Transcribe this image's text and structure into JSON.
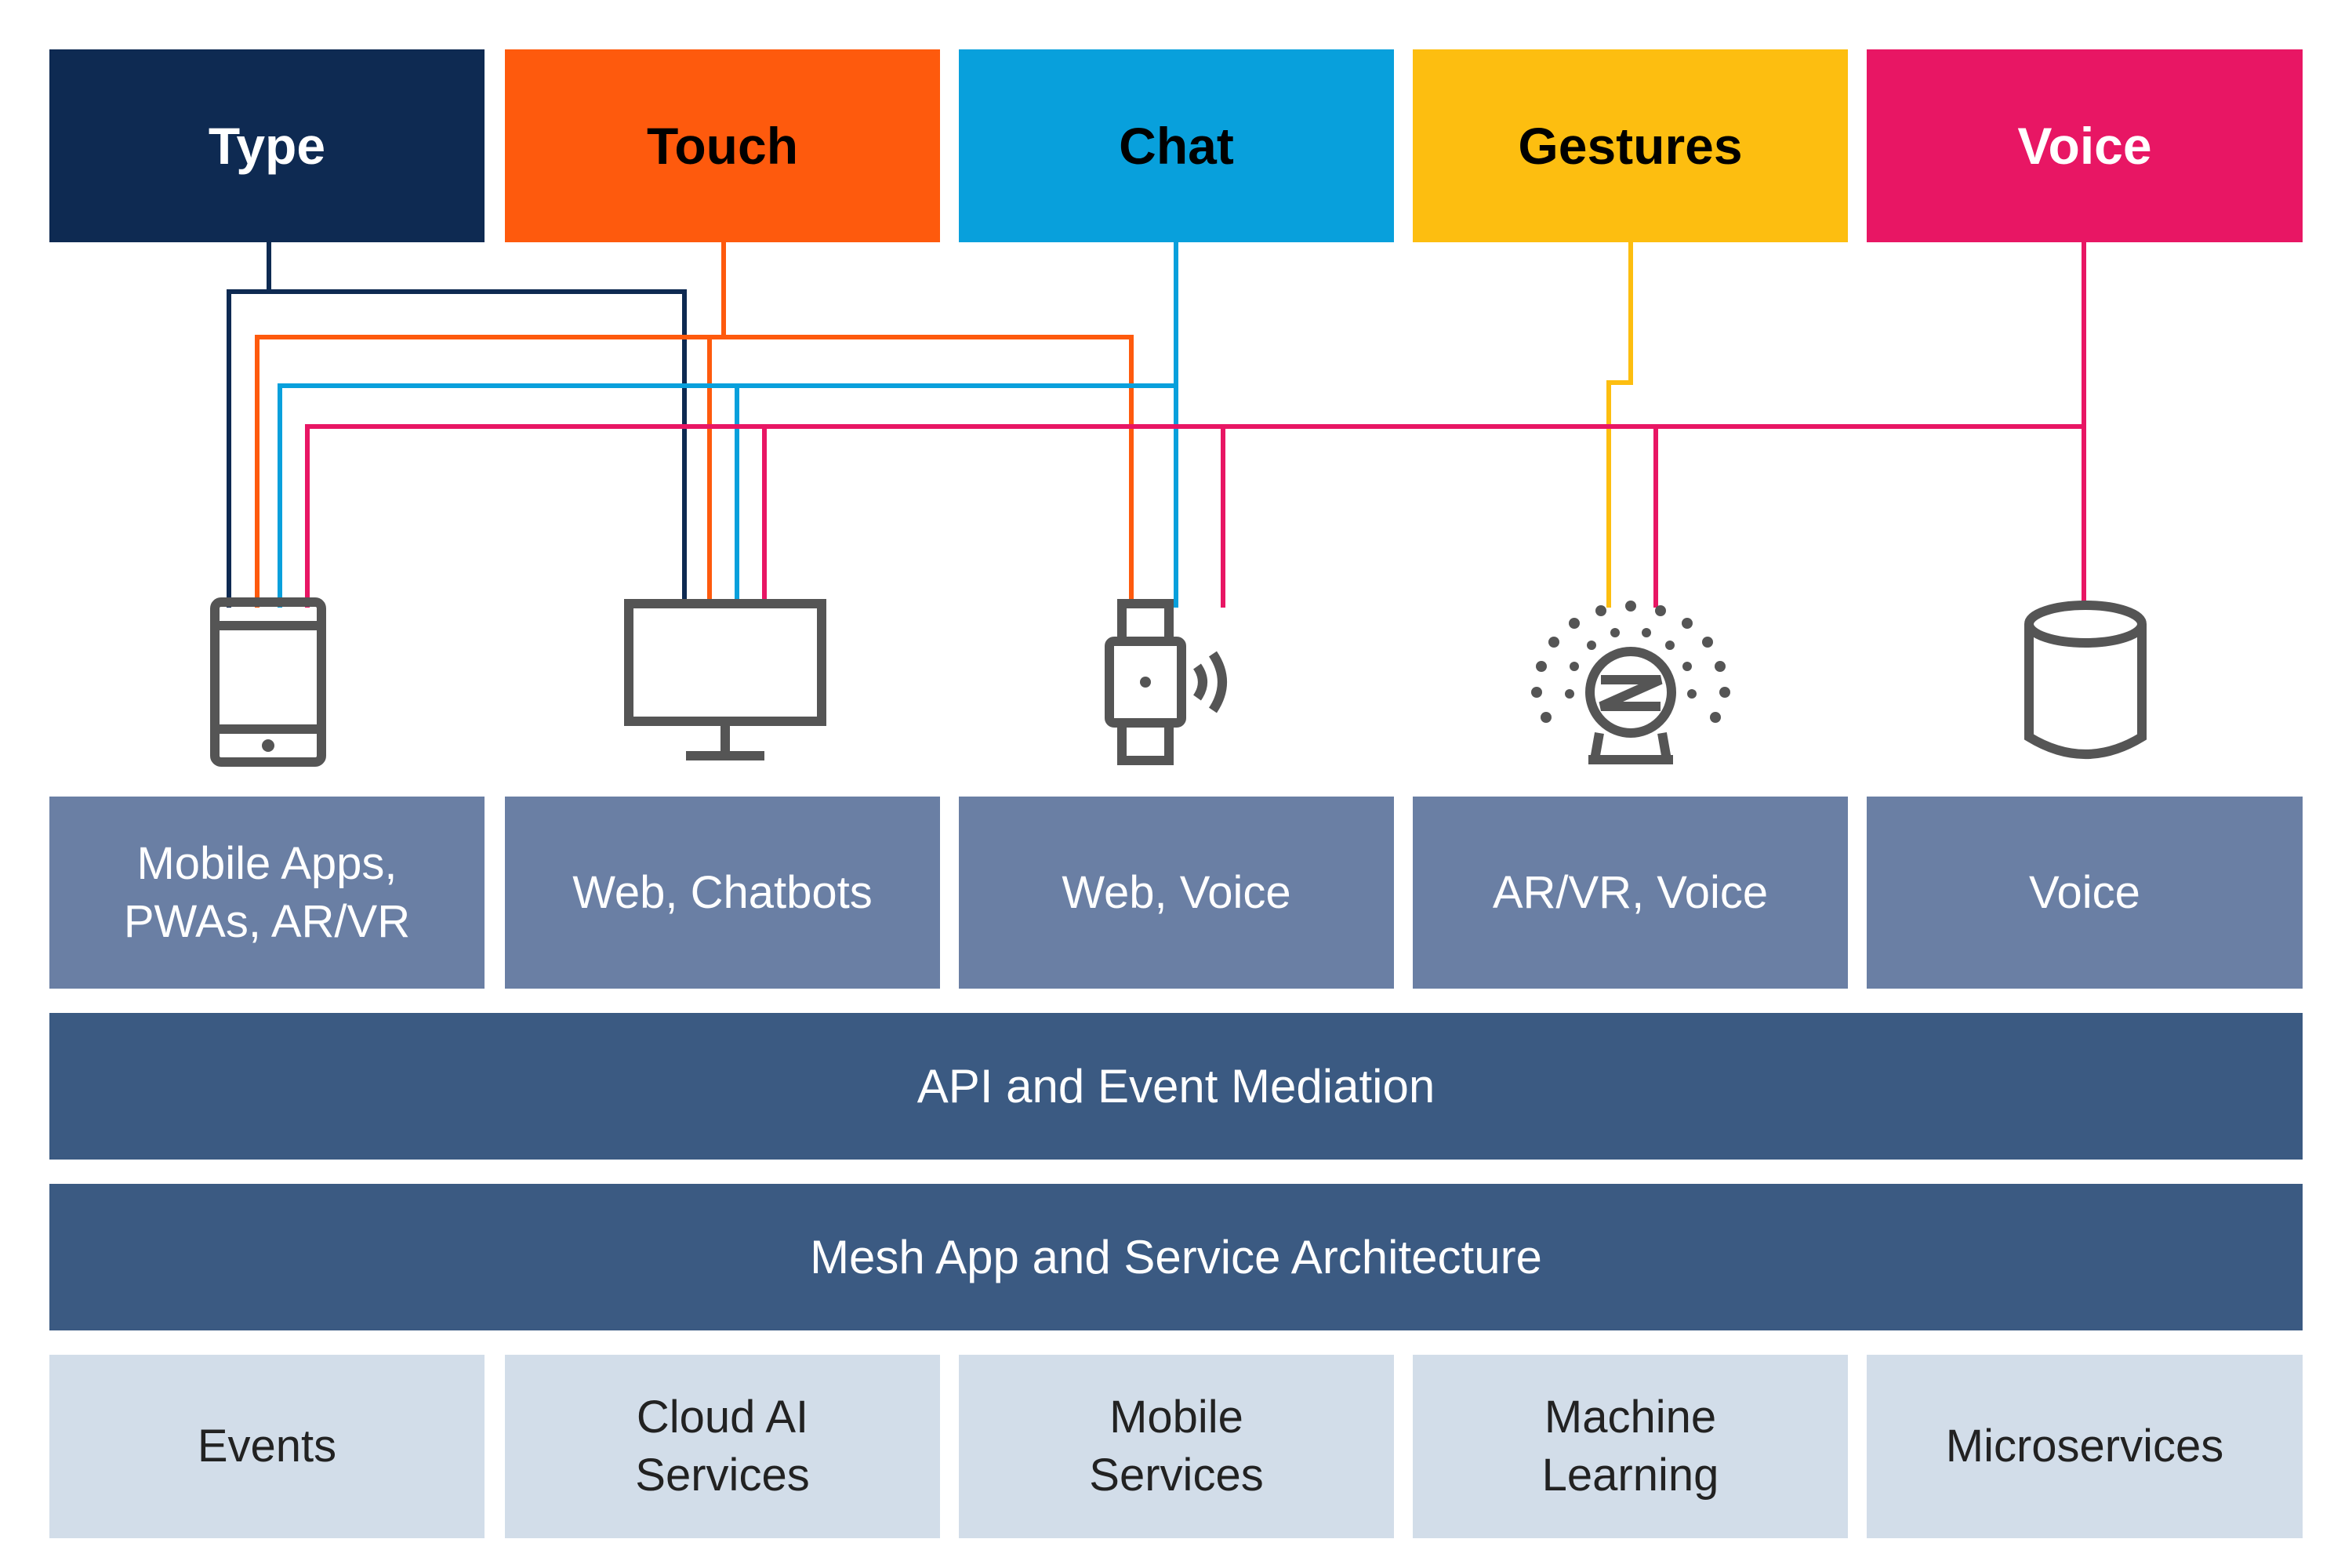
{
  "modes": [
    {
      "label": "Type",
      "color": "#0e2a52",
      "text_color": "#ffffff"
    },
    {
      "label": "Touch",
      "color": "#fe5a0d",
      "text_color": "#000000"
    },
    {
      "label": "Chat",
      "color": "#08a0dc",
      "text_color": "#000000"
    },
    {
      "label": "Gestures",
      "color": "#fdbe10",
      "text_color": "#000000"
    },
    {
      "label": "Voice",
      "color": "#e81664",
      "text_color": "#ffffff"
    }
  ],
  "devices": [
    {
      "icon": "smartphone-icon"
    },
    {
      "icon": "desktop-monitor-icon"
    },
    {
      "icon": "smartwatch-icon"
    },
    {
      "icon": "vr-headset-icon"
    },
    {
      "icon": "smart-speaker-icon"
    }
  ],
  "channels": [
    "Mobile Apps,\nPWAs, AR/VR",
    "Web, Chatbots",
    "Web, Voice",
    "AR/VR, Voice",
    "Voice"
  ],
  "mediation_label": "API and Event Mediation",
  "mesh_label": "Mesh App and Service Architecture",
  "services": [
    "Events",
    "Cloud AI\nServices",
    "Mobile\nServices",
    "Machine\nLearning",
    "Microservices"
  ],
  "colors": {
    "channel_bg": "#6a7fa4",
    "band_bg": "#3b5a82",
    "service_bg": "#d2dde9",
    "icon_stroke": "#555555"
  }
}
